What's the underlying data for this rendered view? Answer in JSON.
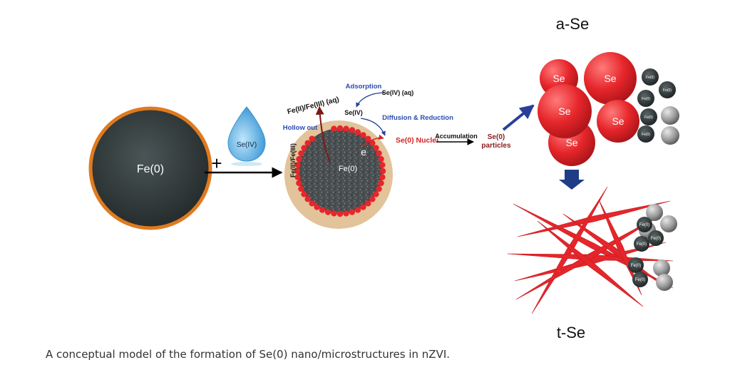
{
  "colors": {
    "iron_dark": "#2d3436",
    "iron_shell": "#e07a1f",
    "selenium_red": "#e6262b",
    "crust": "#e2c39a",
    "arrow_blue": "#2a3e9a",
    "droplet_blue": "#4aa7e0",
    "label_blue": "#2a4bb0",
    "label_red": "#d42222",
    "label_darkred": "#8a1a1a"
  },
  "left_particle": {
    "label": "Fe(0)"
  },
  "reagent": {
    "plus": "+",
    "droplet_label": "Se(IV)"
  },
  "middle_particle": {
    "core_label": "Fe(0)",
    "electron_label": "e",
    "fe_aq_label": "Fe(II)/Fe(III) (aq)",
    "side_label": "Fe(II)/Fe(III)",
    "adsorption_label": "Adsorption",
    "se_aq_label": "Se(IV) (aq)",
    "se_surface_label": "Se(IV)",
    "hollow_label": "Hollow out",
    "diffusion_label": "Diffusion & Reduction",
    "nuclei_label": "Se(0) Nuclei"
  },
  "accumulation": {
    "label": "Accumulation",
    "particles_line1": "Se(0)",
    "particles_line2": "particles"
  },
  "a_se": {
    "title": "a-Se",
    "sphere_label": "Se",
    "fe_label": "Fe(0)"
  },
  "t_se": {
    "title": "t-Se",
    "fe_label": "Fe(0)"
  },
  "caption": "A conceptual model of the formation of Se(0) nano/microstructures in nZVI."
}
